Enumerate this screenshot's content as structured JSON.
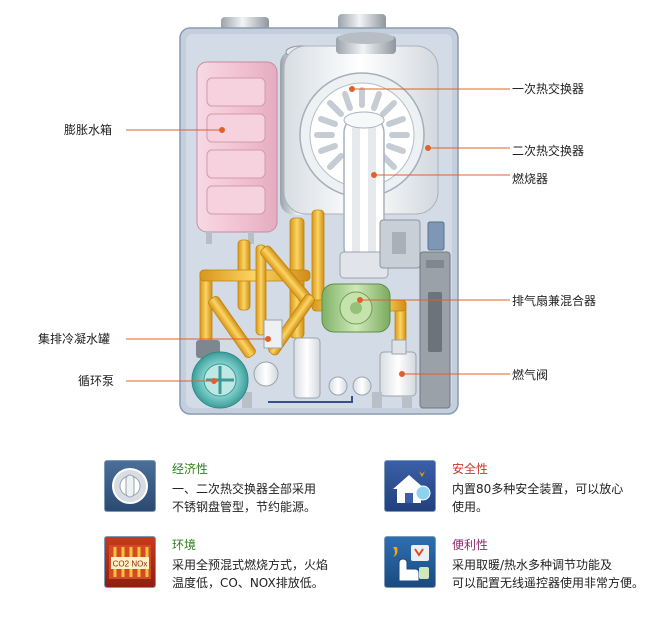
{
  "diagram": {
    "labels_left": [
      {
        "id": "expansion-tank",
        "text": "膨胀水箱"
      },
      {
        "id": "condensate-tank",
        "text": "集排冷凝水罐"
      },
      {
        "id": "circulation-pump",
        "text": "循环泵"
      }
    ],
    "labels_right": [
      {
        "id": "primary-heat-exchanger",
        "text": "一次热交换器"
      },
      {
        "id": "secondary-heat-exchanger",
        "text": "二次热交换器"
      },
      {
        "id": "burner",
        "text": "燃烧器"
      },
      {
        "id": "exhaust-fan-mixer",
        "text": "排气扇兼混合器"
      },
      {
        "id": "gas-valve",
        "text": "燃气阀"
      }
    ]
  },
  "features": [
    {
      "id": "economy",
      "title": "经济性",
      "title_color": "#2f7f1f",
      "lines": [
        "一、二次热交换器全部采用",
        "不锈钢盘管型，节约能源。"
      ],
      "icon": "heat-exchanger-icon"
    },
    {
      "id": "safety",
      "title": "安全性",
      "title_color": "#c0392b",
      "lines": [
        "内置80多种安全装置，可以放心",
        "使用。"
      ],
      "icon": "house-shield-icon"
    },
    {
      "id": "environment",
      "title": "环境",
      "title_color": "#2f7f1f",
      "lines": [
        "采用全预混式燃烧方式，火焰",
        "温度低，CO、NOX排放低。"
      ],
      "icon": "co2-nox-icon",
      "icon_text": "CO2 NOx"
    },
    {
      "id": "convenience",
      "title": "便利性",
      "title_color": "#8e2c6b",
      "lines": [
        "采用取暖/热水多种调节功能及",
        "可以配置无线遥控器使用非常方便。"
      ],
      "icon": "hand-controls-icon"
    }
  ],
  "colors": {
    "casing": "#c5d0de",
    "tank": "#f2c6d6",
    "pipe": "#f0b72a",
    "fan": "#a9cf8e",
    "pump": "#6ec6c3",
    "callout_line": "#e0602a"
  }
}
